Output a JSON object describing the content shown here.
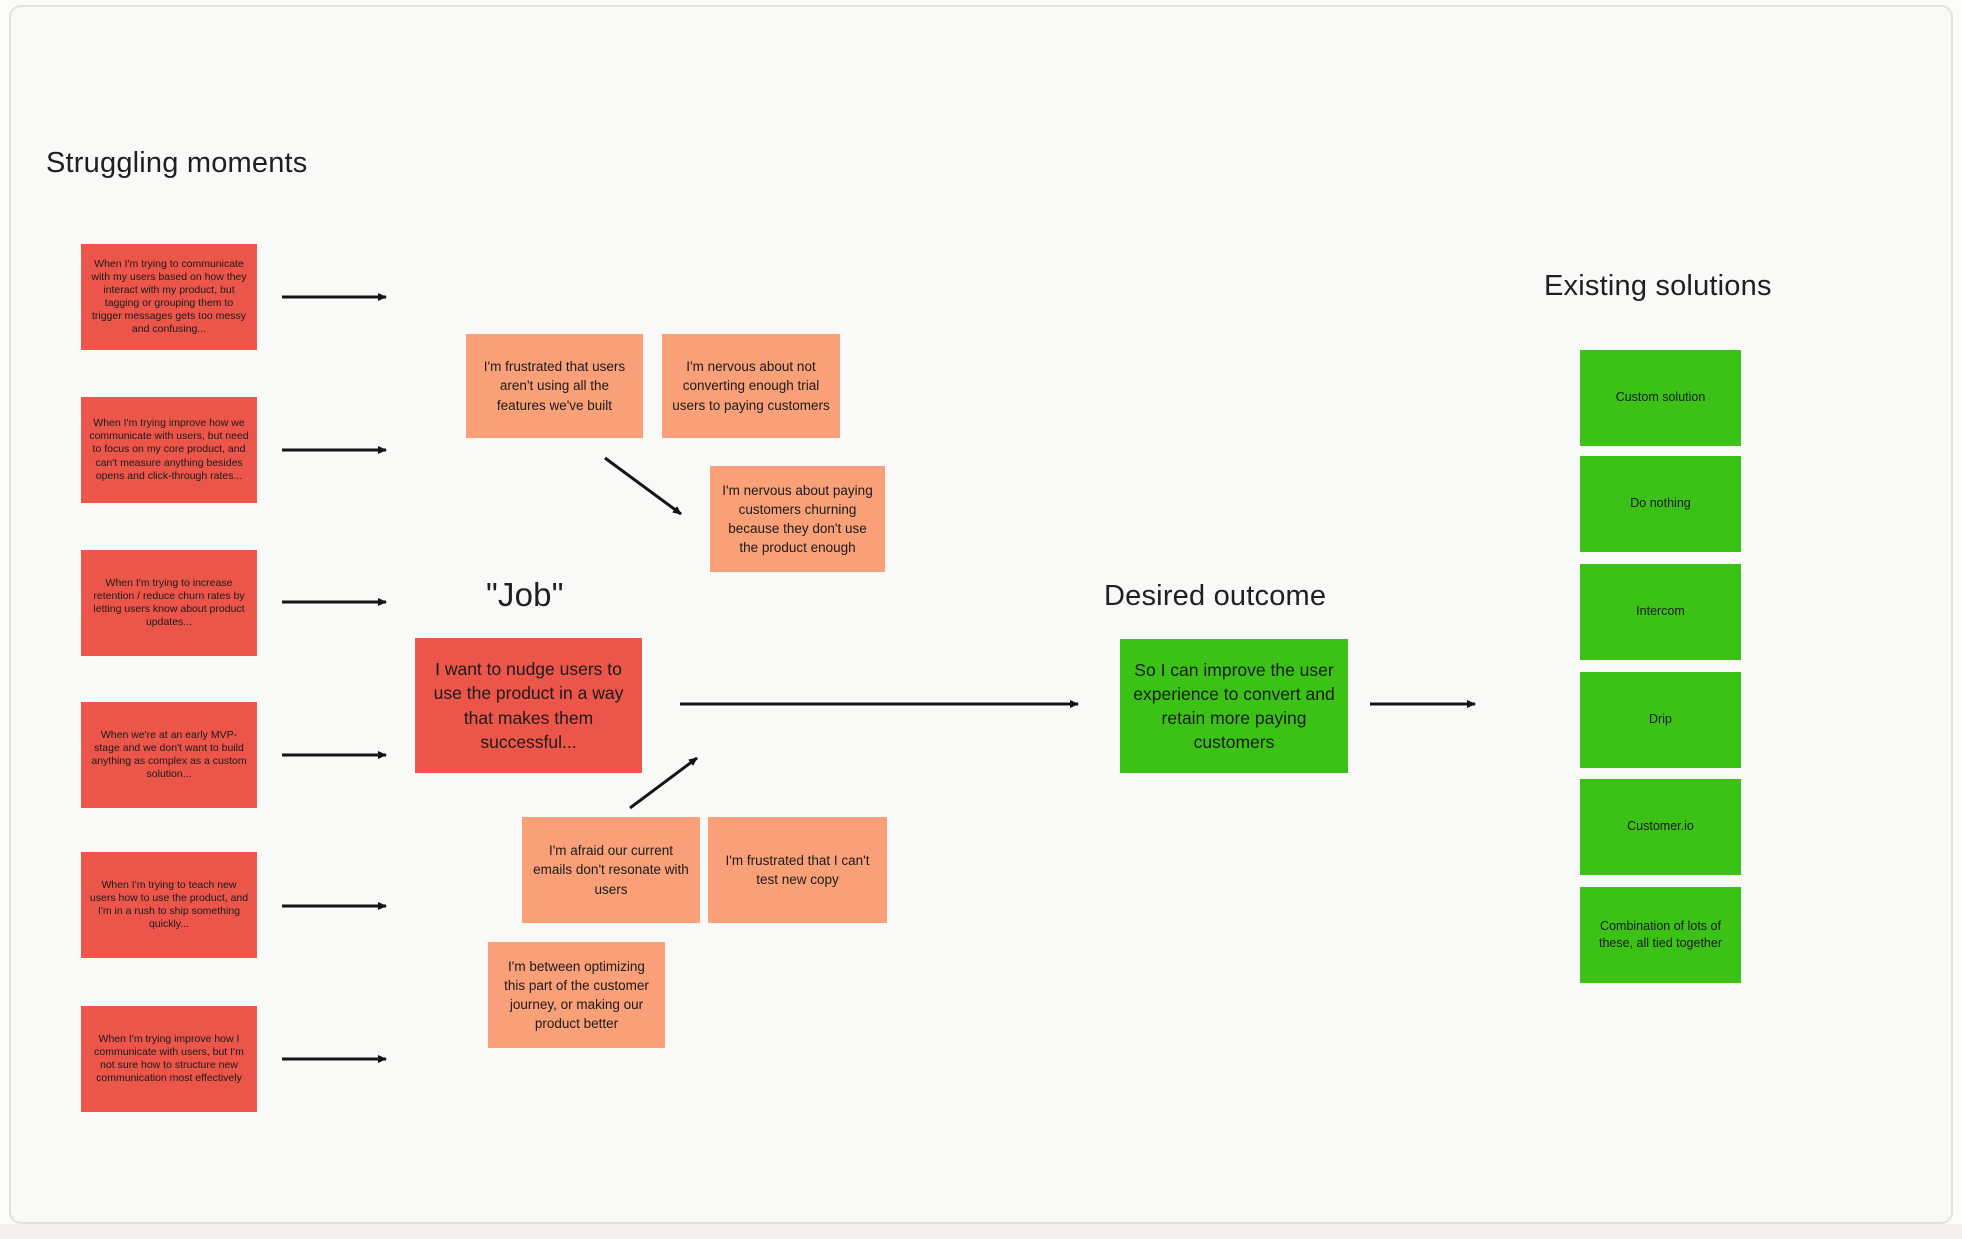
{
  "headings": {
    "struggling": "Struggling moments",
    "job": "\"Job\"",
    "desired_outcome": "Desired outcome",
    "existing_solutions": "Existing solutions"
  },
  "colors": {
    "red_note": "#eb554a",
    "orange_note": "#faa078",
    "green_note": "#3cc117",
    "arrow": "#151515",
    "board_background": "#f9f9f8"
  },
  "struggling_notes": [
    "When I'm trying to communicate with my users based on how they interact with my product, but tagging or grouping them to trigger messages gets too messy and confusing...",
    "When I'm trying improve how we communicate with users, but need to focus on my core product, and can't measure anything besides opens and click-through rates...",
    "When I'm trying to increase retention / reduce churn rates by letting users know about product updates...",
    "When we're at an early MVP-stage and we don't want to build anything as complex as a custom solution...",
    "When I'm trying to teach new users how to use the product, and I'm in a rush to ship something quickly...",
    "When I'm trying improve how I communicate with users, but I'm not sure how to structure new communication most effectively"
  ],
  "middle_notes": [
    "I'm frustrated that users aren't using all the features we've built",
    "I'm nervous about not converting enough trial users to paying customers",
    "I'm nervous about paying customers churning because they don't use the product enough",
    "I'm afraid our current emails don't resonate with users",
    "I'm frustrated that I can't test new copy",
    "I'm between optimizing this part of the customer journey, or making our product better"
  ],
  "job_note": "I want to nudge users to use the product in a way that makes them successful...",
  "outcome_note": "So I can improve the user experience to convert and retain more paying customers",
  "solutions": [
    "Custom solution",
    "Do nothing",
    "Intercom",
    "Drip",
    "Customer.io",
    "Combination of lots of these, all tied together"
  ]
}
